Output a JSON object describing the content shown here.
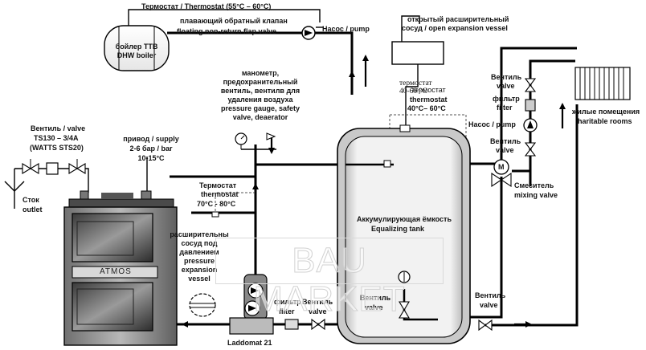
{
  "labels": {
    "thermostat_top": "Термостат / Thermostat (55°C – 60°C)",
    "dhw_boiler_ru": "бойлер ТТВ",
    "dhw_boiler_en": "DHW boiler",
    "flap_valve_ru": "плавающий обратный клапан",
    "flap_valve_en": "floating non-return flap valve",
    "pump_top": "Насос / pump",
    "expansion_open_ru": "открытый расширительный",
    "expansion_open_en": "сосуд / open expansion vessel",
    "gauge_1": "манометр,",
    "gauge_2": "предохранительный",
    "gauge_3": "вентиль, вентилв для",
    "gauge_4": "удаления воздуха",
    "gauge_5": "pressure gauge, safety",
    "gauge_6": "valve, deaerator",
    "thermostat_tank_ru": "термостат",
    "thermostat_tank_ru2": "термостат",
    "thermostat_tank_range_a": "40-60 °C",
    "thermostat_tank_en": "thermostat",
    "thermostat_tank_range": "40°C– 60°C",
    "valve_right_ru": "Вентиль",
    "valve_right_en": "valve",
    "filter_right_ru": "фильтр",
    "filter_right_en": "filter",
    "rooms_ru": "жилые помещения",
    "rooms_en": "haritable rooms",
    "pump_right": "Насос / pump",
    "valve_right2_ru": "Вентиль",
    "valve_right2_en": "valve",
    "mixer_ru": "Смеситель",
    "mixer_en": "mixing valve",
    "valve_ts_1": "Вентиль / valve",
    "valve_ts_2": "TS130 – 3/4A",
    "valve_ts_3": "(WATTS STS20)",
    "supply_1": "привод / supply",
    "supply_2": "2-6 бар / bar",
    "supply_3": "10-15°C",
    "outlet_ru": "Сток",
    "outlet_en": "outlet",
    "thermostat_boiler_ru": "Термостат",
    "thermostat_boiler_en": "thermostat",
    "thermostat_boiler_range": "70°C - 80°C",
    "tank_ru": "Аккумулирующая ёмкость",
    "tank_en": "Equalizing tank",
    "pev_1": "расширительны",
    "pev_2": "сосуд под",
    "pev_3": "давлением",
    "pev_4": "pressure",
    "pev_5": "expansion",
    "pev_6": "vessel",
    "atmos": "ATMOS",
    "laddomat": "Laddomat 21",
    "filter_bottom_ru": "фильтр",
    "filter_bottom_en": "filter",
    "valve_bottom_ru": "Вентиль",
    "valve_bottom_en": "valve",
    "valve_tank_ru": "Вентиль",
    "valve_tank_en": "valve",
    "valve_br_ru": "Вентиль",
    "valve_br_en": "valve",
    "mixer_letter": "M",
    "watermark": "BAU MARKET"
  }
}
